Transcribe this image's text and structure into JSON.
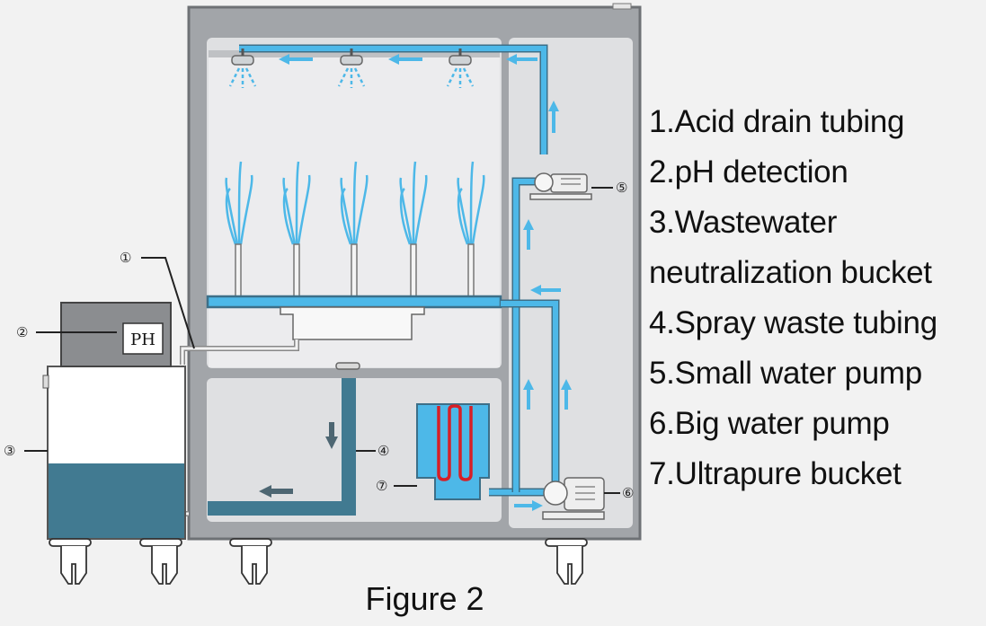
{
  "diagram": {
    "ph_label": "PH",
    "callouts": [
      "①",
      "②",
      "③",
      "④",
      "⑤",
      "⑥",
      "⑦"
    ],
    "colors": {
      "cabinet": "#a2a5a9",
      "chamber": "#dfe0e2",
      "pipe_light": "#4db8e8",
      "waste_dark": "#417a91",
      "heater_red": "#d61f26"
    }
  },
  "legend": [
    "1.Acid drain tubing",
    "2.pH detection",
    "3.Wastewater",
    "neutralization bucket",
    "4.Spray waste tubing",
    "5.Small water pump",
    "6.Big water pump",
    "7.Ultrapure bucket"
  ],
  "caption": "Figure 2"
}
